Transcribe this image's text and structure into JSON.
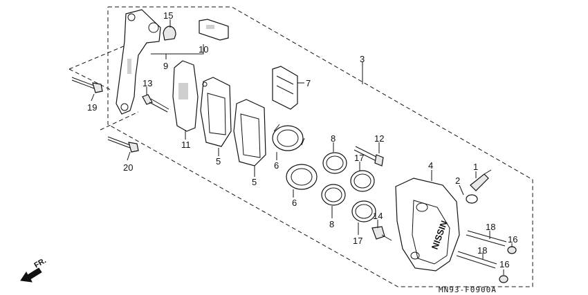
{
  "diagram": {
    "callouts": {
      "c1": "1",
      "c2": "2",
      "c3": "3",
      "c4": "4",
      "c5a": "5",
      "c5b": "5",
      "c6a": "6",
      "c6b": "6",
      "c7": "7",
      "c8a": "8",
      "c8b": "8",
      "c9": "9",
      "c10": "10",
      "c11": "11",
      "c12": "12",
      "c13": "13",
      "c14": "14",
      "c15": "15",
      "c16a": "16",
      "c16b": "16",
      "c17a": "17",
      "c17b": "17",
      "c18a": "18",
      "c18b": "18",
      "c19": "19",
      "c20": "20"
    },
    "direction_label": "FR.",
    "diagram_code": "MN93-F0900A",
    "caliper_brand": "NISSIN"
  }
}
